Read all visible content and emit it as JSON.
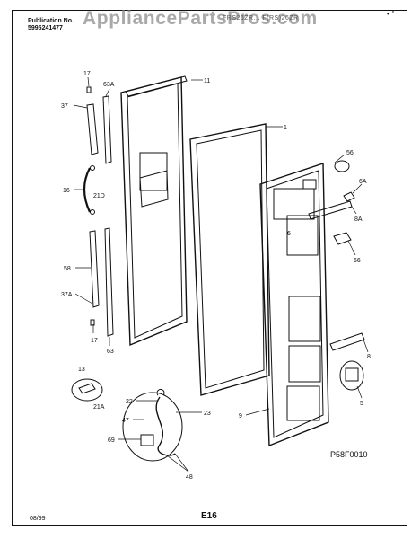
{
  "header": {
    "publication_label": "Publication No.",
    "publication_number": "5995241477",
    "watermark": "AppliancePartsPros.com",
    "model_text": "FRS26ZR... F(RS)26ZR",
    "corner_mark": "• ’"
  },
  "diagram": {
    "figure_id": "P58F0010",
    "labels": {
      "l1": "1",
      "l5": "5",
      "l6A": "6A",
      "l8": "8",
      "l8A": "8A",
      "l9": "9",
      "l11": "11",
      "l13": "13",
      "l16": "16",
      "l17a": "17",
      "l17b": "17",
      "l21D": "21D",
      "l21A": "21A",
      "l22": "22",
      "l23": "23",
      "l37": "37",
      "l37A": "37A",
      "l47": "47",
      "l48": "48",
      "l56": "56",
      "l58": "58",
      "l63a": "63A",
      "l63b": "63",
      "l66": "66",
      "l69": "69",
      "l6": "6"
    }
  },
  "footer": {
    "date": "08/99",
    "page": "E16"
  }
}
